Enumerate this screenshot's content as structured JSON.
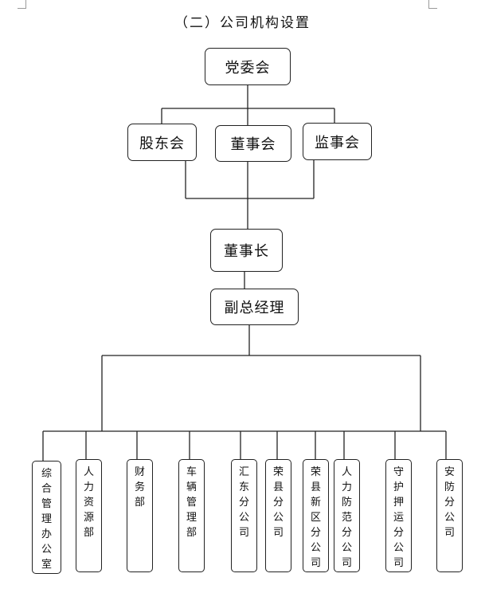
{
  "heading": "（二）公司机构设置",
  "nodes": {
    "party_committee": "党委会",
    "shareholders_meeting": "股东会",
    "board_of_directors": "董事会",
    "board_of_supervisors": "监事会",
    "chairman": "董事长",
    "deputy_general_manager": "副总经理"
  },
  "departments": [
    "综合管理办公室",
    "人力资源部",
    "财务部",
    "车辆管理部",
    "汇东分公司",
    "荣县分公司",
    "荣县新区分公司",
    "人力防范分公司",
    "守护押运分公司",
    "安防分公司"
  ]
}
